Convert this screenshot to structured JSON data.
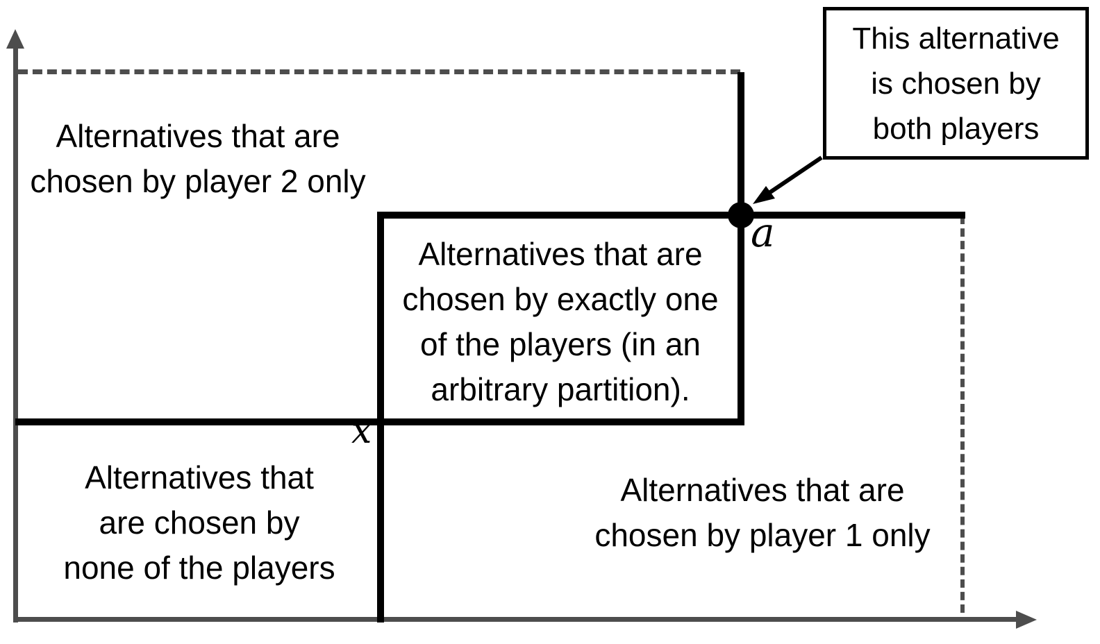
{
  "figure": {
    "regions": {
      "player2_only": {
        "lines": [
          "Alternatives that are",
          "chosen by player 2 only"
        ]
      },
      "exactly_one": {
        "lines": [
          "Alternatives that are",
          "chosen by exactly one",
          "of the players (in an",
          "arbitrary partition)."
        ]
      },
      "none_of_players": {
        "lines": [
          "Alternatives that",
          "are chosen by",
          "none of the players"
        ]
      },
      "player1_only": {
        "lines": [
          "Alternatives that are",
          "chosen by player 1 only"
        ]
      }
    },
    "callout": {
      "lines": [
        "This alternative",
        "is chosen by",
        "both players"
      ]
    },
    "point_labels": {
      "a": "a",
      "x": "x"
    },
    "colors": {
      "axis_gray": "#4d4d4d",
      "ink_black": "#000000",
      "background": "#ffffff"
    }
  }
}
